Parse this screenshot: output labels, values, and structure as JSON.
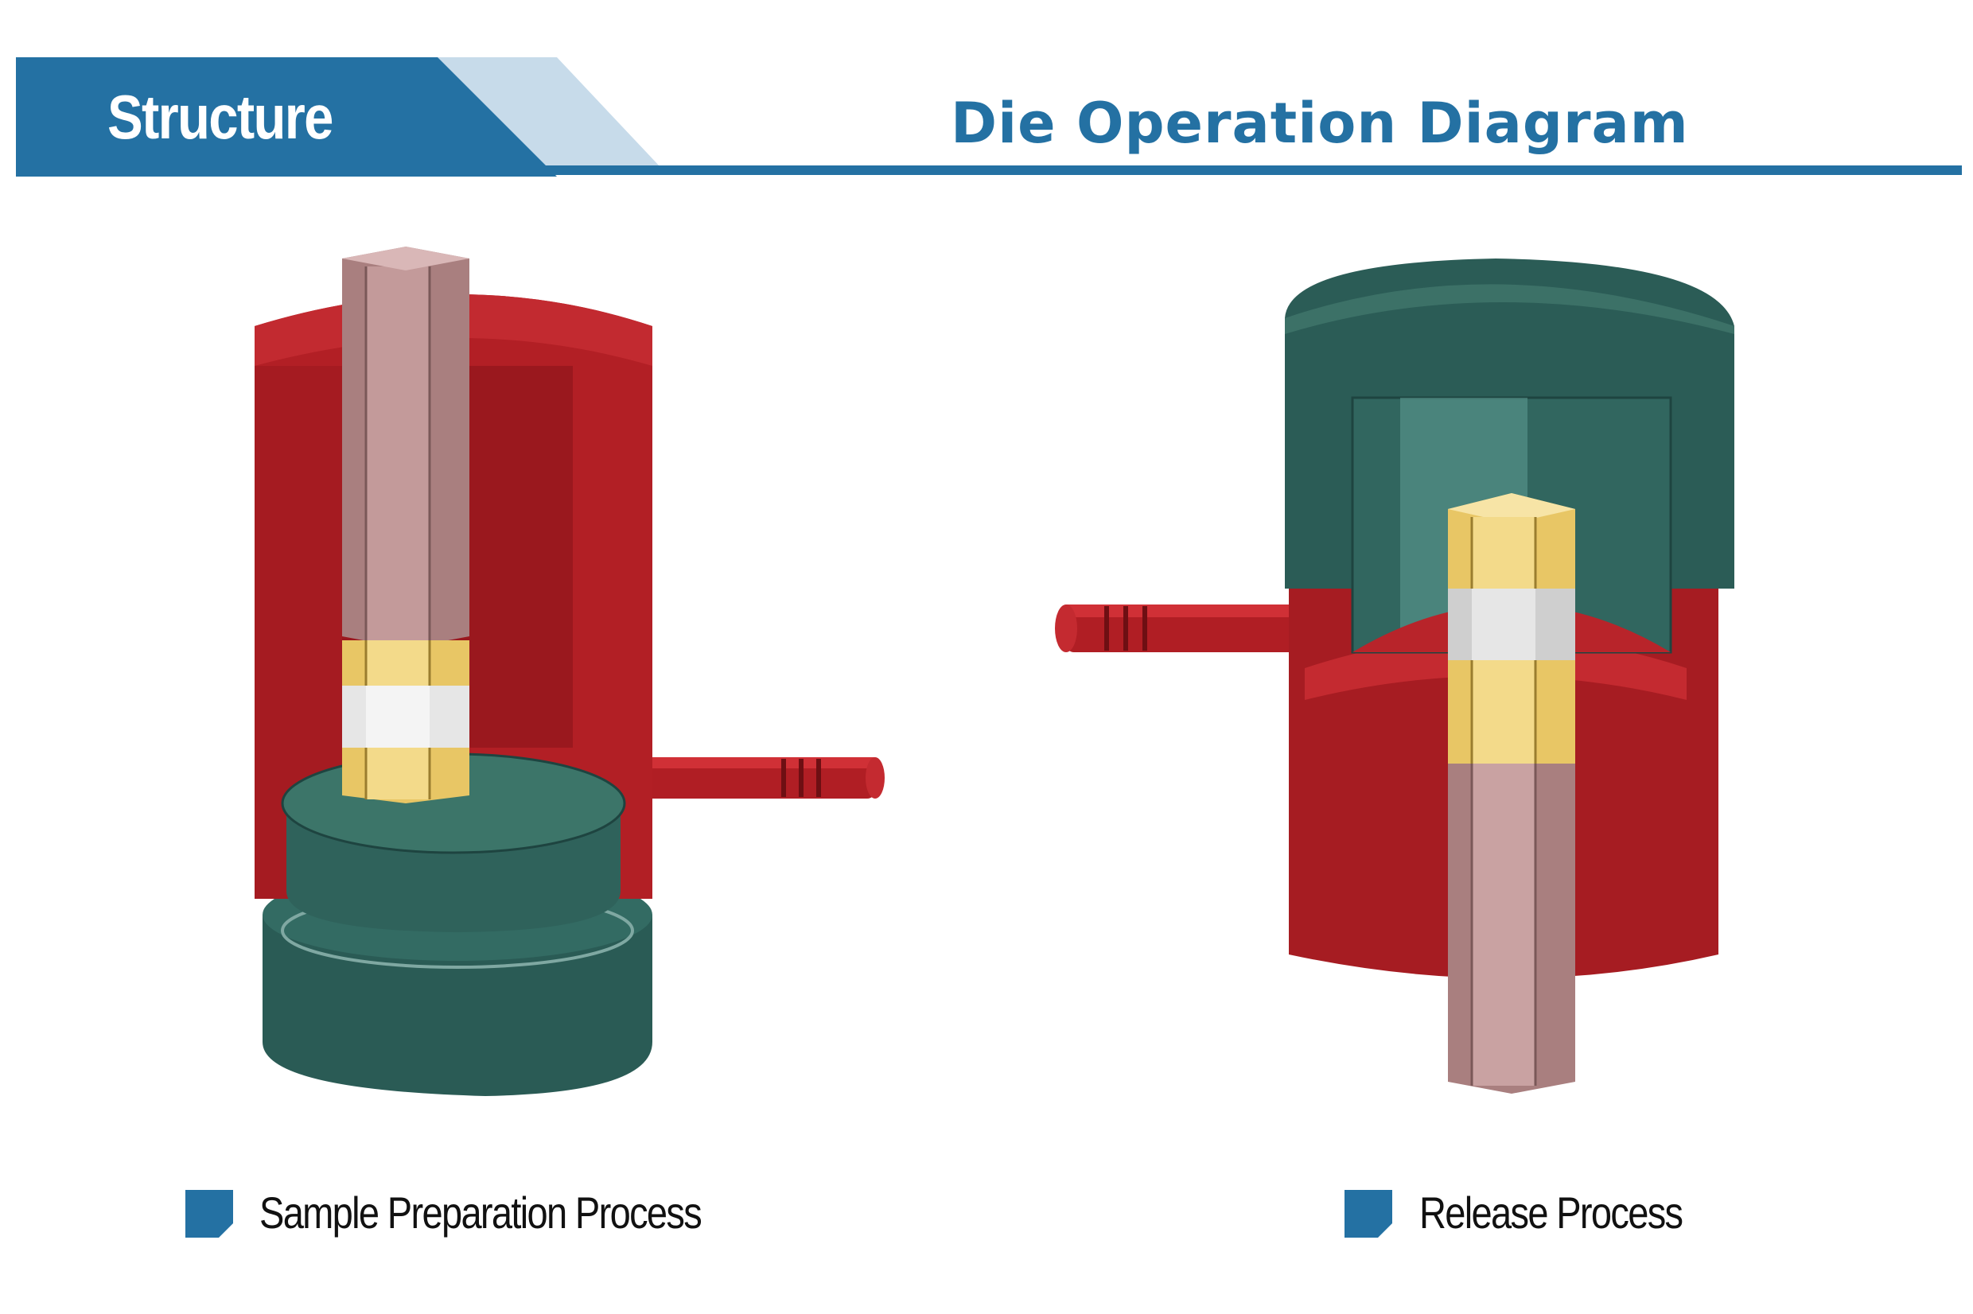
{
  "header": {
    "section_tab": "Structure",
    "title": "Die Operation Diagram"
  },
  "figures": [
    {
      "caption": "Sample Preparation Process",
      "bullet_icon": "square-bullet-icon"
    },
    {
      "caption": "Release Process",
      "bullet_icon": "square-bullet-icon"
    }
  ],
  "colors": {
    "accent_blue": "#2471a3",
    "light_blue": "#c7dbea",
    "die_red": "#a81c22",
    "base_green": "#2e5f58",
    "plunger_rose": "#b58a8a",
    "pellet_gold": "#efd27a",
    "sample_white": "#dcdcdc"
  }
}
